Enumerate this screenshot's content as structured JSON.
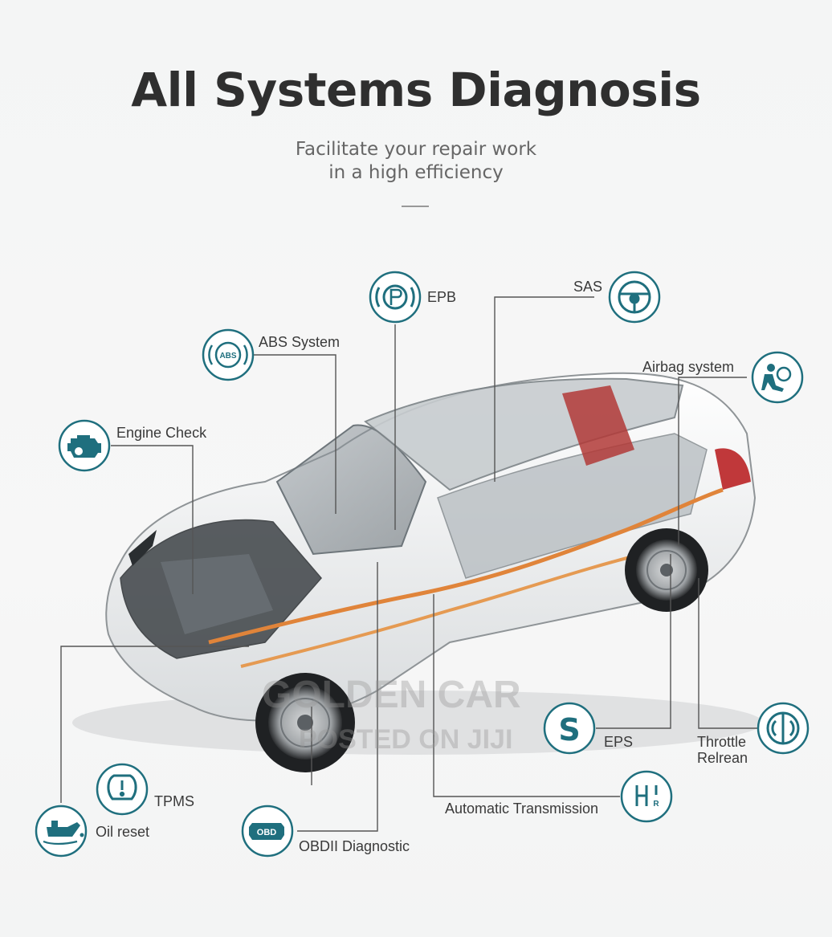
{
  "title": "All Systems Diagnosis",
  "subtitle_line1": "Facilitate your repair work",
  "subtitle_line2": "in a high efficiency",
  "accent_color": "#1f6f7e",
  "features": {
    "epb": {
      "label": "EPB",
      "icon": "parking-brake-icon"
    },
    "sas": {
      "label": "SAS",
      "icon": "steering-wheel-icon"
    },
    "abs": {
      "label": "ABS System",
      "icon": "abs-icon",
      "icon_text": "ABS"
    },
    "airbag": {
      "label": "Airbag system",
      "icon": "airbag-icon"
    },
    "engine": {
      "label": "Engine Check",
      "icon": "engine-icon"
    },
    "eps": {
      "label": "EPS",
      "icon": "eps-icon",
      "icon_text": "S"
    },
    "throttle": {
      "label_line1": "Throttle",
      "label_line2": "Relrean",
      "icon": "throttle-icon"
    },
    "tpms": {
      "label": "TPMS",
      "icon": "tire-pressure-icon"
    },
    "oil": {
      "label": "Oil reset",
      "icon": "oil-can-icon"
    },
    "obd": {
      "label": "OBDII Diagnostic",
      "icon": "obd-icon",
      "icon_text": "OBD"
    },
    "transmission": {
      "label": "Automatic Transmission",
      "icon": "gear-shift-icon",
      "icon_text": "R"
    }
  },
  "watermark": {
    "line1": "GOLDEN CAR",
    "line2": "POSTED ON JIJI"
  }
}
